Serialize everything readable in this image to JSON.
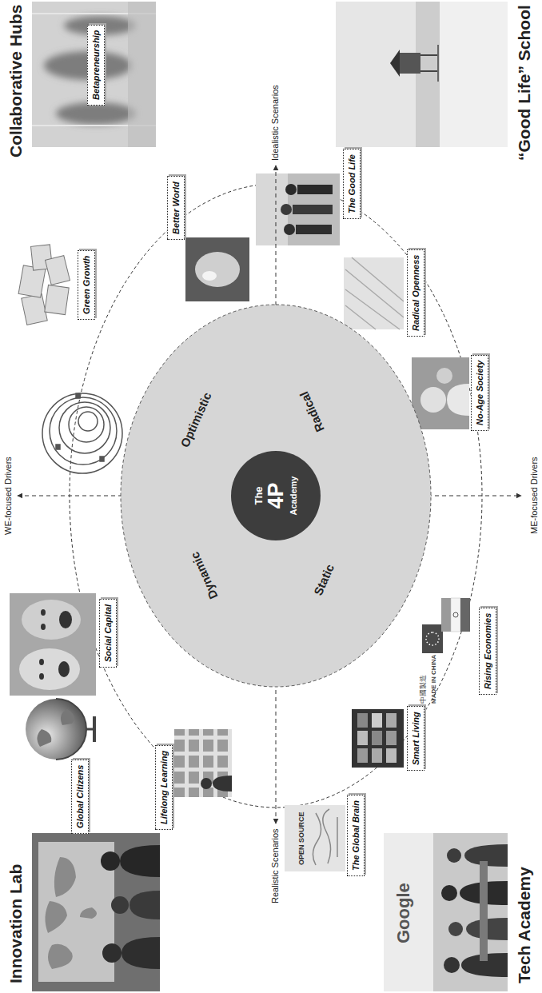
{
  "diagram": {
    "nodes": [
      {
        "text": [
          "Optimistic",
          "Radical",
          "Static",
          "Dynamic"
        ]
      },
      {
        "text": [
          "The",
          "4P",
          "Academy"
        ],
        "in": 0
      },
      {
        "text": [
          "Global Citizens"
        ]
      },
      {
        "text": [
          "Lifelong Learning"
        ]
      },
      {
        "text": [
          "Social Capital"
        ]
      },
      {
        "text": [
          "Green Growth"
        ]
      },
      {
        "text": [
          "Better World"
        ]
      },
      {
        "text": [
          "Betapreneurship"
        ]
      },
      {
        "text": [
          "The Good Life"
        ]
      },
      {
        "text": [
          "Radical Openness"
        ]
      },
      {
        "text": [
          "No-Age Society"
        ]
      },
      {
        "text": [
          "Rising Economies"
        ]
      },
      {
        "text": [
          "Smart Living"
        ]
      },
      {
        "text": [
          "The Global Brain"
        ]
      }
    ],
    "labels": [
      "Innovation Lab",
      "Tech Academy",
      "Collaborative Hubs",
      "“Good Life” School",
      "WE-focused Drivers",
      "ME-focused Drivers",
      "Realistic Scenarios",
      "Idealistic Scenarios",
      "Google",
      "中國製造",
      "MADE IN CHINA",
      "OPEN SOURCE"
    ]
  }
}
